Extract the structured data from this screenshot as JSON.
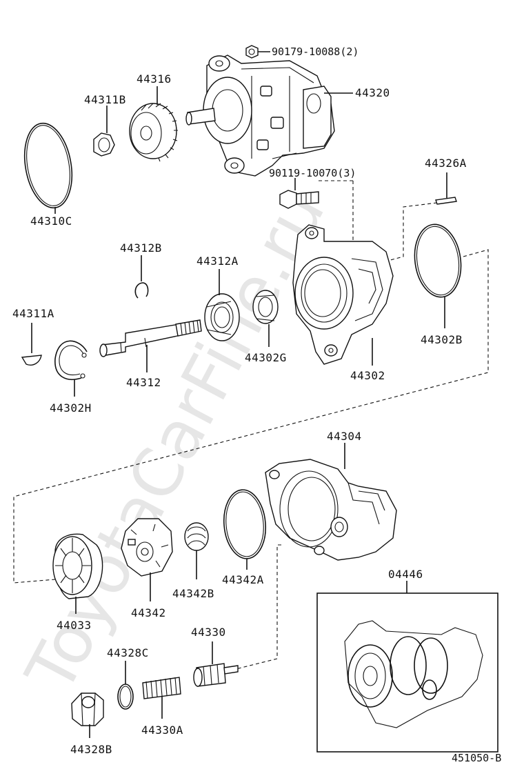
{
  "watermark": "ToyotaCarFine.ru",
  "diagram_id": "451050-B",
  "labels": {
    "p90179": "90179-10088(2)",
    "p44320": "44320",
    "p44316": "44316",
    "p44311B": "44311B",
    "p44310C": "44310C",
    "p90119": "90119-10070(3)",
    "p44326A": "44326A",
    "p44312B": "44312B",
    "p44312A": "44312A",
    "p44311A": "44311A",
    "p44312": "44312",
    "p44302G": "44302G",
    "p44302": "44302",
    "p44302B": "44302B",
    "p44302H": "44302H",
    "p44304": "44304",
    "p44342A": "44342A",
    "p44342B": "44342B",
    "p44342": "44342",
    "p44033": "44033",
    "p04446": "04446",
    "p44330": "44330",
    "p44328C": "44328C",
    "p44330A": "44330A",
    "p44328B": "44328B"
  }
}
